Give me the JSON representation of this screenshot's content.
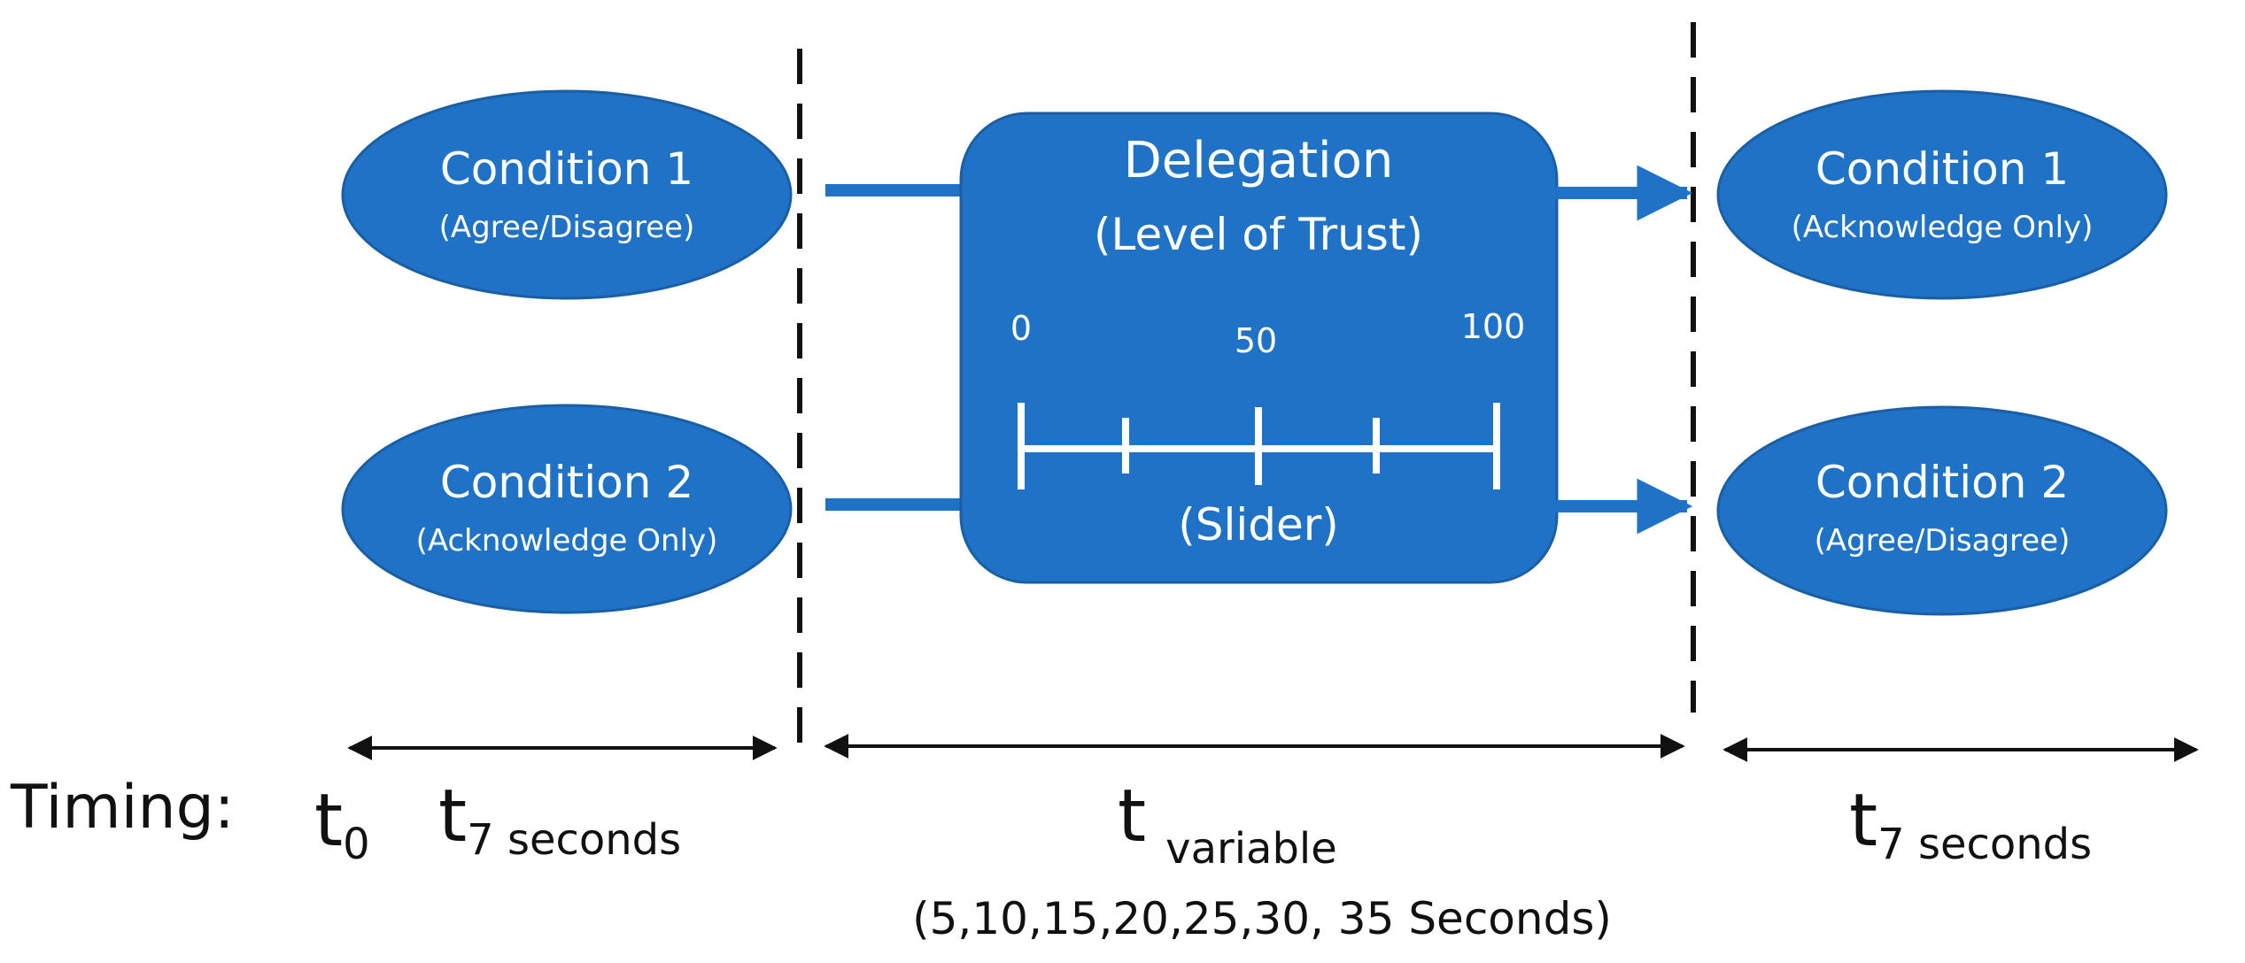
{
  "colors": {
    "node_fill": "#1f72c6",
    "node_stroke": "#1a5fa5",
    "arrow_blue": "#1f72c6",
    "text_white": "#ffffff",
    "line_black": "#111111"
  },
  "left_conditions": [
    {
      "title": "Condition 1",
      "subtitle": "(Agree/Disagree)"
    },
    {
      "title": "Condition 2",
      "subtitle": "(Acknowledge Only)"
    }
  ],
  "right_conditions": [
    {
      "title": "Condition 1",
      "subtitle": "(Acknowledge Only)"
    },
    {
      "title": "Condition 2",
      "subtitle": "(Agree/Disagree)"
    }
  ],
  "delegation": {
    "title": "Delegation",
    "subtitle": "(Level of Trust)",
    "slider_label": "(Slider)",
    "scale": {
      "min_label": "0",
      "mid_label": "50",
      "max_label": "100"
    }
  },
  "timing": {
    "label": "Timing:",
    "t0": {
      "base": "t",
      "sub": "0"
    },
    "t7_left": {
      "base": "t",
      "sub": "7 seconds"
    },
    "t_variable": {
      "base": "t",
      "sub": "variable"
    },
    "variable_note": "(5,10,15,20,25,30, 35 Seconds)",
    "t7_right": {
      "base": "t",
      "sub": "7 seconds"
    }
  }
}
